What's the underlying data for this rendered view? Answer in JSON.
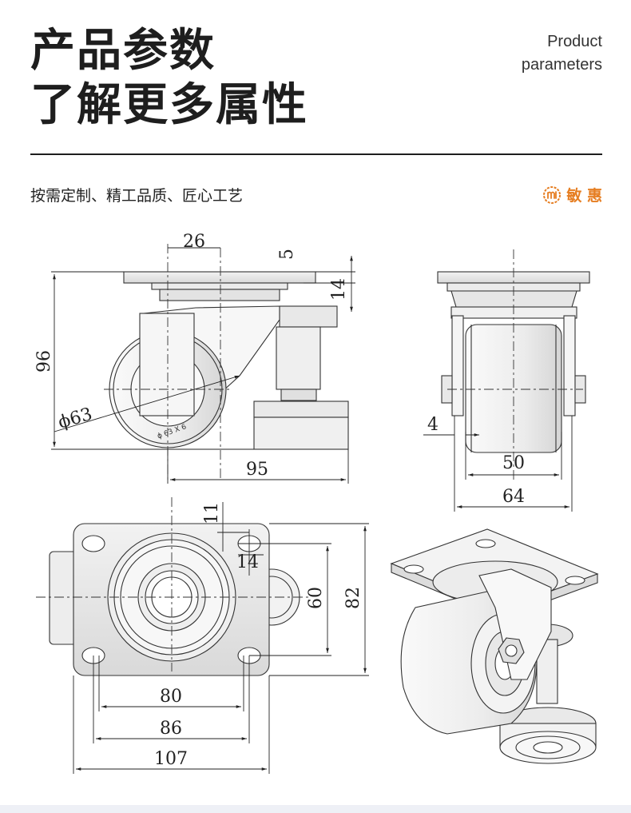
{
  "header": {
    "title_line1": "产品参数",
    "title_line2": "了解更多属性",
    "en_line1": "Product",
    "en_line2": "parameters",
    "subtitle": "按需定制、精工品质、匠心工艺",
    "brand": "敏 惠",
    "brand_logo_icon": "brand-logo-icon",
    "brand_color": "#e67e22"
  },
  "dimensions": {
    "side": {
      "top_offset": "26",
      "plate_thick": "5",
      "plate_height": "14",
      "height": "96",
      "wheel_dia": "ϕ63",
      "length": "95"
    },
    "front": {
      "gap": "4",
      "wheel_width": "50",
      "total_width": "64"
    },
    "top": {
      "a": "11",
      "b": "14",
      "c": "60",
      "d": "82",
      "e": "80",
      "f": "86",
      "g": "107"
    }
  },
  "wheel_marking": "ϕ 63 X 6"
}
